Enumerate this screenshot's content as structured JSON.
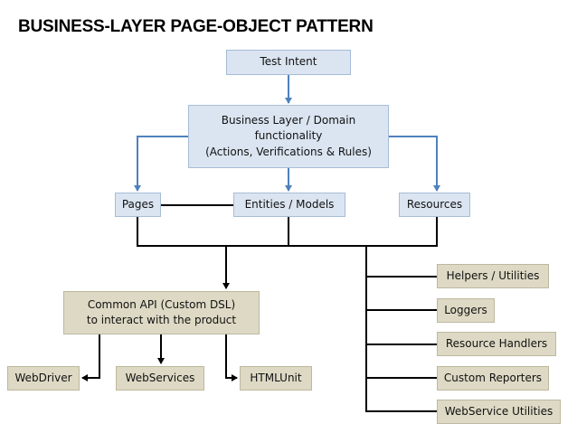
{
  "title": "BUSINESS-LAYER PAGE-OBJECT PATTERN",
  "nodes": {
    "test_intent": "Test Intent",
    "business_layer": [
      "Business Layer / Domain",
      "functionality",
      "(Actions, Verifications & Rules)"
    ],
    "pages": "Pages",
    "entities": "Entities / Models",
    "resources": "Resources",
    "common_api": [
      "Common API (Custom DSL)",
      "to interact with the product"
    ],
    "webdriver": "WebDriver",
    "webservices": "WebServices",
    "htmlunit": "HTMLUnit",
    "helpers": "Helpers / Utilities",
    "loggers": "Loggers",
    "resource_handlers": "Resource Handlers",
    "custom_reporters": "Custom Reporters",
    "webservice_utilities": "WebService Utilities"
  },
  "colors": {
    "blue_fill": "#dbe5f1",
    "blue_arrow": "#4f81bd",
    "tan_fill": "#ddd9c4",
    "black_line": "#000000"
  }
}
